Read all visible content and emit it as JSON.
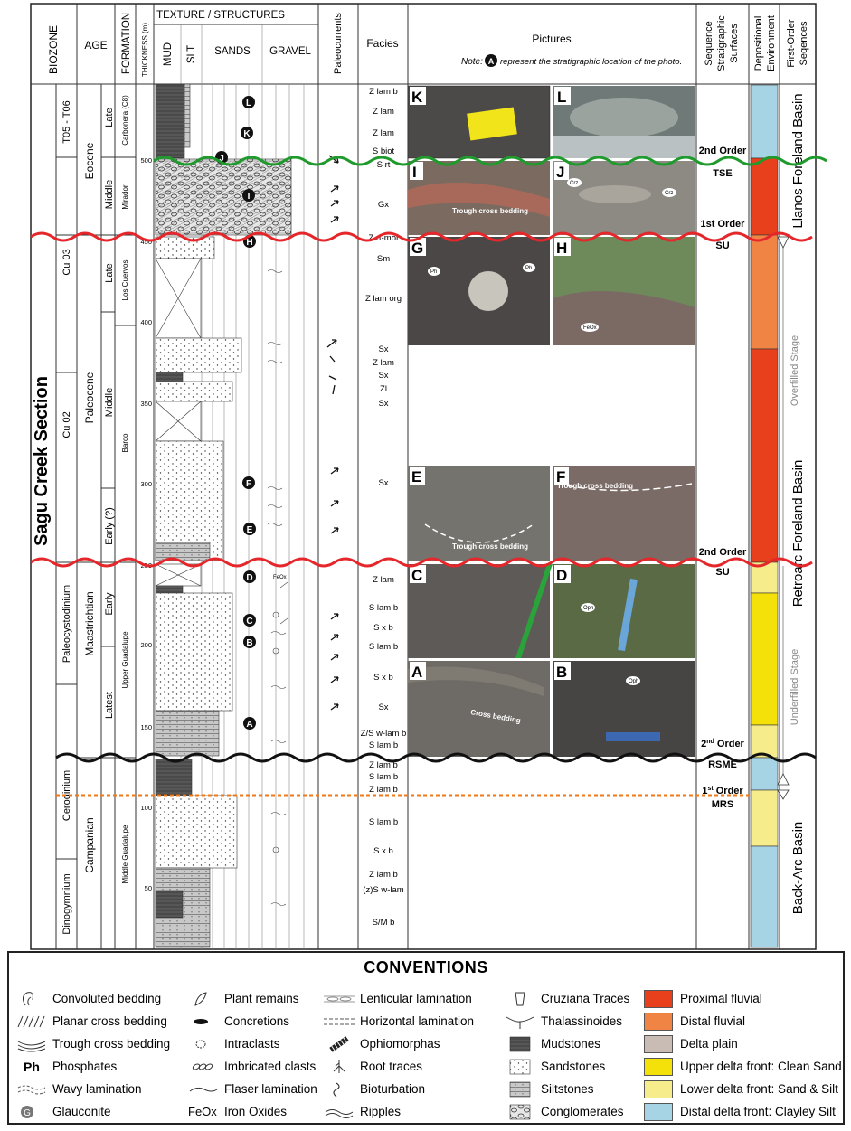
{
  "section_title": "Sagu Creek Section",
  "headers": {
    "biozone": "BIOZONE",
    "age": "AGE",
    "formation": "FORMATION",
    "thickness": "THICKNESS (m)",
    "texture": "TEXTURE / STRUCTURES",
    "mud": "MUD",
    "slt": "SLT",
    "sands": "SANDS",
    "gravel": "GRAVEL",
    "paleocurrents": "Paleocurrents",
    "facies": "Facies",
    "pictures": "Pictures",
    "pictures_note_prefix": "Note:",
    "pictures_note_badge": "A",
    "pictures_note_text": "represent the stratigraphic location of the photo.",
    "sequence": [
      "Sequence",
      "Stratigraphic",
      "Surfaces"
    ],
    "environment": [
      "Depositional",
      "Environment"
    ],
    "first_order": [
      "First-Order",
      "Seqences"
    ]
  },
  "biozones": [
    "T05 - T06",
    "Cu 03",
    "Cu 02",
    "Paleocystodinium",
    "Cerodinium",
    "Dinogymnium"
  ],
  "epochs": [
    "Eocene",
    "Paleocene",
    "Maastrichtian",
    "Campanian"
  ],
  "subages": [
    "Late",
    "Middle",
    "Late",
    "Middle",
    "Early (?)",
    "Early",
    "Latest"
  ],
  "formations": [
    "Carbonera (C8)",
    "Mirador",
    "Los Cuervos",
    "Barco",
    "Upper Guadalupe",
    "Middle Guadalupe"
  ],
  "thickness_ticks": [
    "500",
    "450",
    "400",
    "350",
    "300",
    "250",
    "200",
    "150",
    "100",
    "50"
  ],
  "photo_markers": [
    "L",
    "K",
    "J",
    "I",
    "H",
    "F",
    "E",
    "D",
    "C",
    "B",
    "A"
  ],
  "feox": "FeOx",
  "facies": [
    "Z lam b",
    "Z lam",
    "Z lam",
    "S biot",
    "S rt",
    "Gx",
    "Z rt-mot",
    "Sm",
    "Z lam org",
    "Sx",
    "Z lam",
    "Sx",
    "Zl",
    "Sx",
    "Sx",
    "Z lam",
    "S lam b",
    "S x b",
    "S lam b",
    "S x b",
    "Sx",
    "Z/S w-lam b",
    "S lam b",
    "Z lam b",
    "S lam b",
    "Z lam b",
    "S lam b",
    "S x b",
    "Z lam b",
    "(z)S w-lam",
    "S/M b"
  ],
  "photos": [
    {
      "letter": "K",
      "caption": ""
    },
    {
      "letter": "L",
      "caption": ""
    },
    {
      "letter": "I",
      "caption": "Trough cross bedding"
    },
    {
      "letter": "J",
      "caption": ""
    },
    {
      "letter": "G",
      "caption": ""
    },
    {
      "letter": "H",
      "caption": ""
    },
    {
      "letter": "E",
      "caption": "Trough cross bedding"
    },
    {
      "letter": "F",
      "caption": "Trough cross bedding"
    },
    {
      "letter": "C",
      "caption": ""
    },
    {
      "letter": "D",
      "caption": ""
    },
    {
      "letter": "A",
      "caption": "Cross bedding"
    },
    {
      "letter": "B",
      "caption": ""
    }
  ],
  "photo_tags": {
    "ph": "Ph",
    "crz": "Crz",
    "feox": "FeOx",
    "oph": "Oph"
  },
  "surfaces": {
    "s1": "2nd Order",
    "s2": "TSE",
    "s3": "1st Order",
    "s4": "SU",
    "s5": "2nd Order",
    "s6": "SU",
    "s7": "2",
    "s7sup": "nd",
    "s7b": " Order",
    "s8": "RSME",
    "s9": "1",
    "s9sup": "st",
    "s9b": " Order",
    "s10": "MRS"
  },
  "environment_colors": {
    "proximal_fluvial": "#e8401c",
    "distal_fluvial": "#ef8445",
    "delta_plain": "#c8bcb4",
    "upper_delta_front": "#f4e10a",
    "lower_delta_front": "#f7ec8c",
    "distal_delta_front": "#a6d4e4"
  },
  "basins": [
    "Llanos Foreland Basin",
    "Retroarc Foreland Basin",
    "Back-Arc Basin"
  ],
  "stages": [
    "Overfilled Stage",
    "Underfilled Stage"
  ],
  "conventions": {
    "title": "CONVENTIONS",
    "col1": [
      "Convoluted bedding",
      "Planar cross bedding",
      "Trough cross bedding",
      "Phosphates",
      "Wavy lamination",
      "Glauconite"
    ],
    "ph_symbol": "Ph",
    "g_symbol": "G",
    "col2": [
      "Plant remains",
      "Concretions",
      "Intraclasts",
      "Imbricated clasts",
      "Flaser lamination",
      "Iron Oxides"
    ],
    "feox_symbol": "FeOx",
    "col3": [
      "Lenticular lamination",
      "Horizontal lamination",
      "Ophiomorphas",
      "Root traces",
      "Bioturbation",
      "Ripples"
    ],
    "col4": [
      "Cruziana Traces",
      "Thalassinoides",
      "Mudstones",
      "Sandstones",
      "Siltstones",
      "Conglomerates"
    ],
    "col5": [
      "Proximal fluvial",
      "Distal fluvial",
      "Delta plain",
      "Upper delta front: Clean Sand",
      "Lower delta front: Sand & Silt",
      "Distal delta front: Clayley Silt"
    ]
  }
}
